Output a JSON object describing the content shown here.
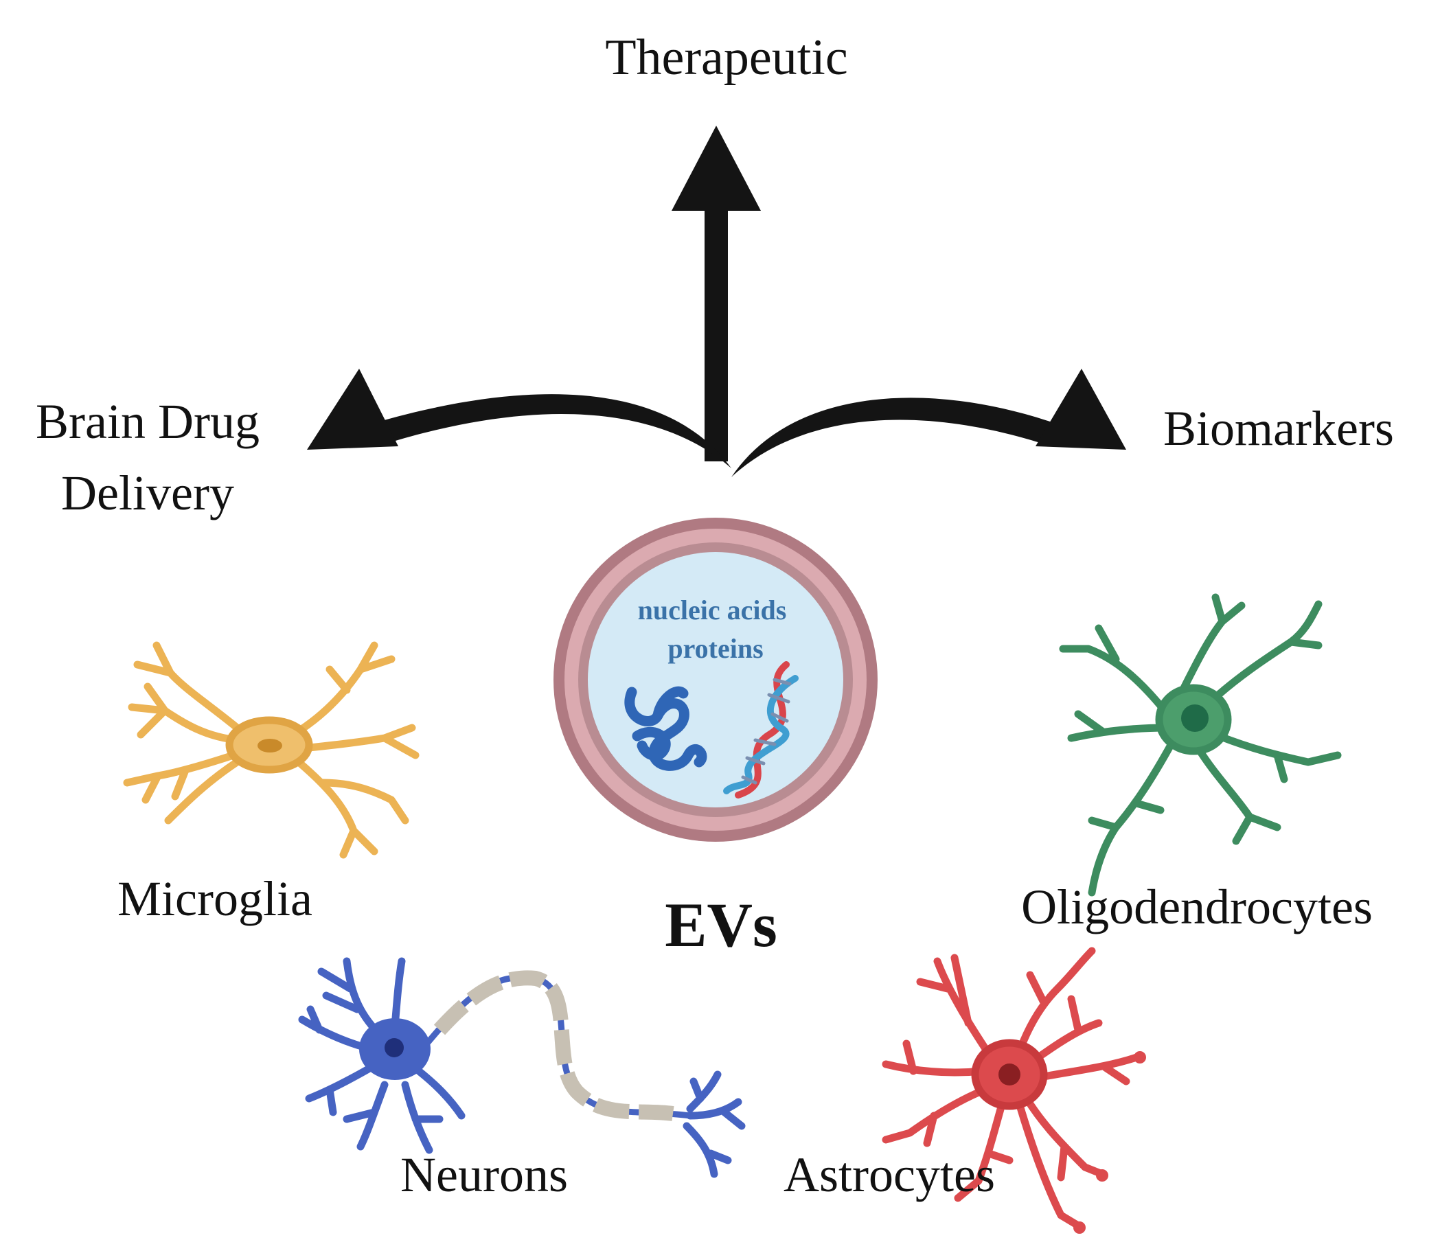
{
  "outputs": {
    "therapeutic": "Therapeutic",
    "drug_delivery_line1": "Brain Drug",
    "drug_delivery_line2": "Delivery",
    "biomarkers": "Biomarkers"
  },
  "ev": {
    "label": "EVs",
    "cargo_line1": "nucleic acids",
    "cargo_line2": "proteins"
  },
  "cells": {
    "microglia": "Microglia",
    "oligodendrocytes": "Oligodendrocytes",
    "neurons": "Neurons",
    "astrocytes": "Astrocytes"
  },
  "colors": {
    "arrow": "#141414",
    "membrane_outer": "#b07a82",
    "membrane_fill": "#dbaab0",
    "lumen": "#d4eaf6",
    "cargo_text": "#3a72a8",
    "protein": "#2f66b6",
    "dna_a": "#d9454b",
    "dna_b": "#3f9ed1",
    "microglia": "#ecb354",
    "oligodendrocyte": "#3d8c5f",
    "neuron": "#4663c2",
    "astrocyte": "#dc4a4d",
    "myelin": "#c7c0b3"
  }
}
